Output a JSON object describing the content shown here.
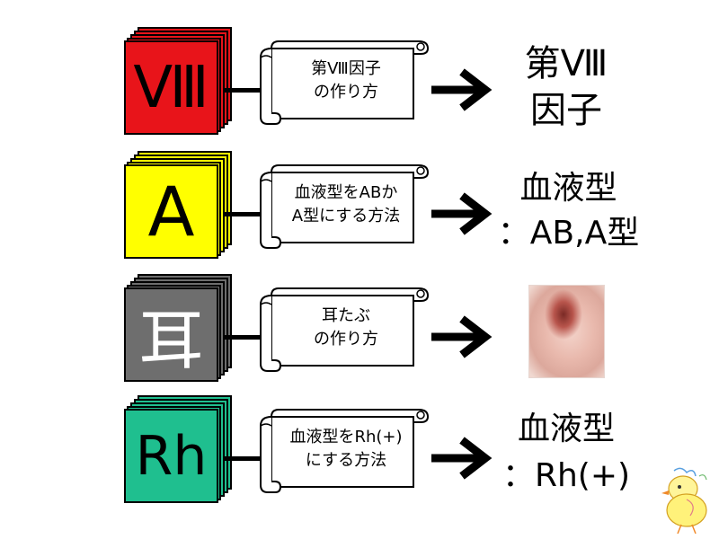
{
  "rows": [
    {
      "block_label": "Ⅷ",
      "block_color": "#e8141a",
      "block_text_color": "#000000",
      "scroll_lines": [
        "第Ⅷ因子",
        "の作り方"
      ],
      "result_lines": [
        "第Ⅷ",
        "因子"
      ]
    },
    {
      "block_label": "A",
      "block_color": "#ffff00",
      "block_text_color": "#000000",
      "scroll_lines": [
        "血液型をABか",
        "A型にする方法"
      ],
      "result_lines": [
        "血液型",
        "：AB,A型"
      ]
    },
    {
      "block_label": "耳",
      "block_color": "#6e6e6e",
      "block_text_color": "#ffffff",
      "scroll_lines": [
        "耳たぶ",
        "の作り方"
      ],
      "result_image": "ear-photo"
    },
    {
      "block_label": "Rh",
      "block_color": "#1fbf8f",
      "block_text_color": "#000000",
      "scroll_lines": [
        "血液型をRh(+)",
        "にする方法"
      ],
      "result_lines": [
        "血液型",
        "：Rh(+)"
      ]
    }
  ],
  "decoration": {
    "corner_icon": "chick-drawing-icon"
  }
}
